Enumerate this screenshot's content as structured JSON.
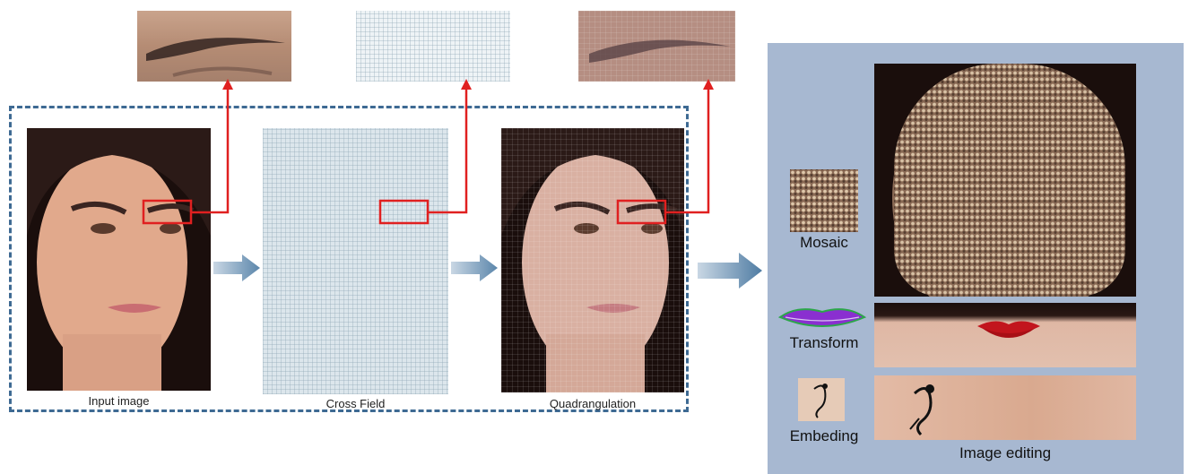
{
  "captions": {
    "input_image": "Input image",
    "cross_field": "Cross Field",
    "quadrangulation": "Quadrangulation"
  },
  "editing": {
    "title": "Image editing",
    "mosaic": "Mosaic",
    "transform": "Transform",
    "embeding": "Embeding"
  },
  "colors": {
    "dashed_border": "#3e6a93",
    "highlight_red": "#e02020",
    "flow_arrow": "#5b86ab",
    "editing_panel_bg": "#a7b8d1"
  }
}
